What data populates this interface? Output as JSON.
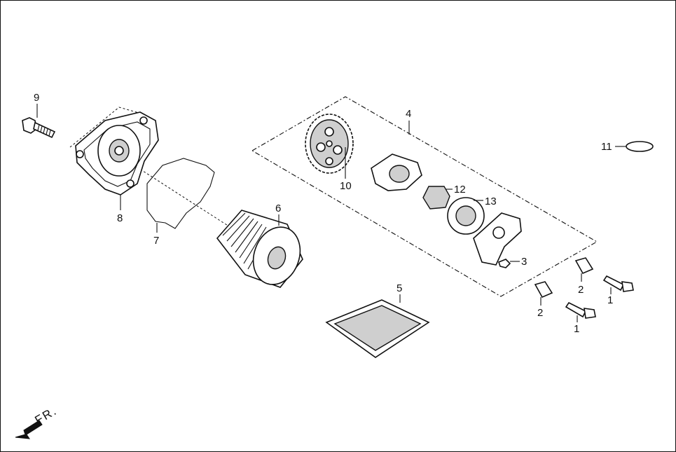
{
  "callouts": {
    "c1a": "1",
    "c1b": "1",
    "c2a": "2",
    "c2b": "2",
    "c3": "3",
    "c4": "4",
    "c5": "5",
    "c6": "6",
    "c7": "7",
    "c8": "8",
    "c9": "9",
    "c10": "10",
    "c11": "11",
    "c12": "12",
    "c13": "13"
  },
  "direction_label": "FR."
}
